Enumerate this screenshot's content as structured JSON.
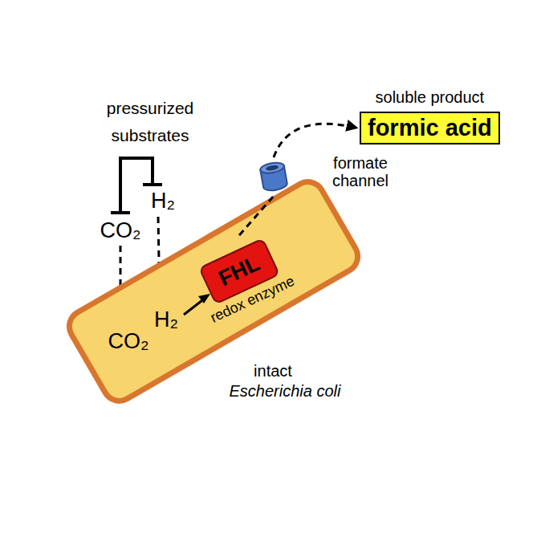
{
  "diagram": {
    "nodes": [
      {
        "text": [
          "soluble product",
          "formic acid"
        ]
      },
      {
        "text": [
          "formate channel"
        ]
      },
      {
        "text": [
          "CO₂",
          "H₂",
          "intact",
          "Escherichia coli"
        ]
      },
      {
        "text": [
          "FHL",
          "redox enzyme"
        ],
        "in": 2
      }
    ],
    "edges": [
      {
        "from": 3,
        "to": 1,
        "arrow": "none"
      },
      {
        "from": 1,
        "to": 0,
        "arrow": "to"
      }
    ],
    "labels": [
      "pressurized substrates",
      "CO₂",
      "H₂"
    ]
  }
}
